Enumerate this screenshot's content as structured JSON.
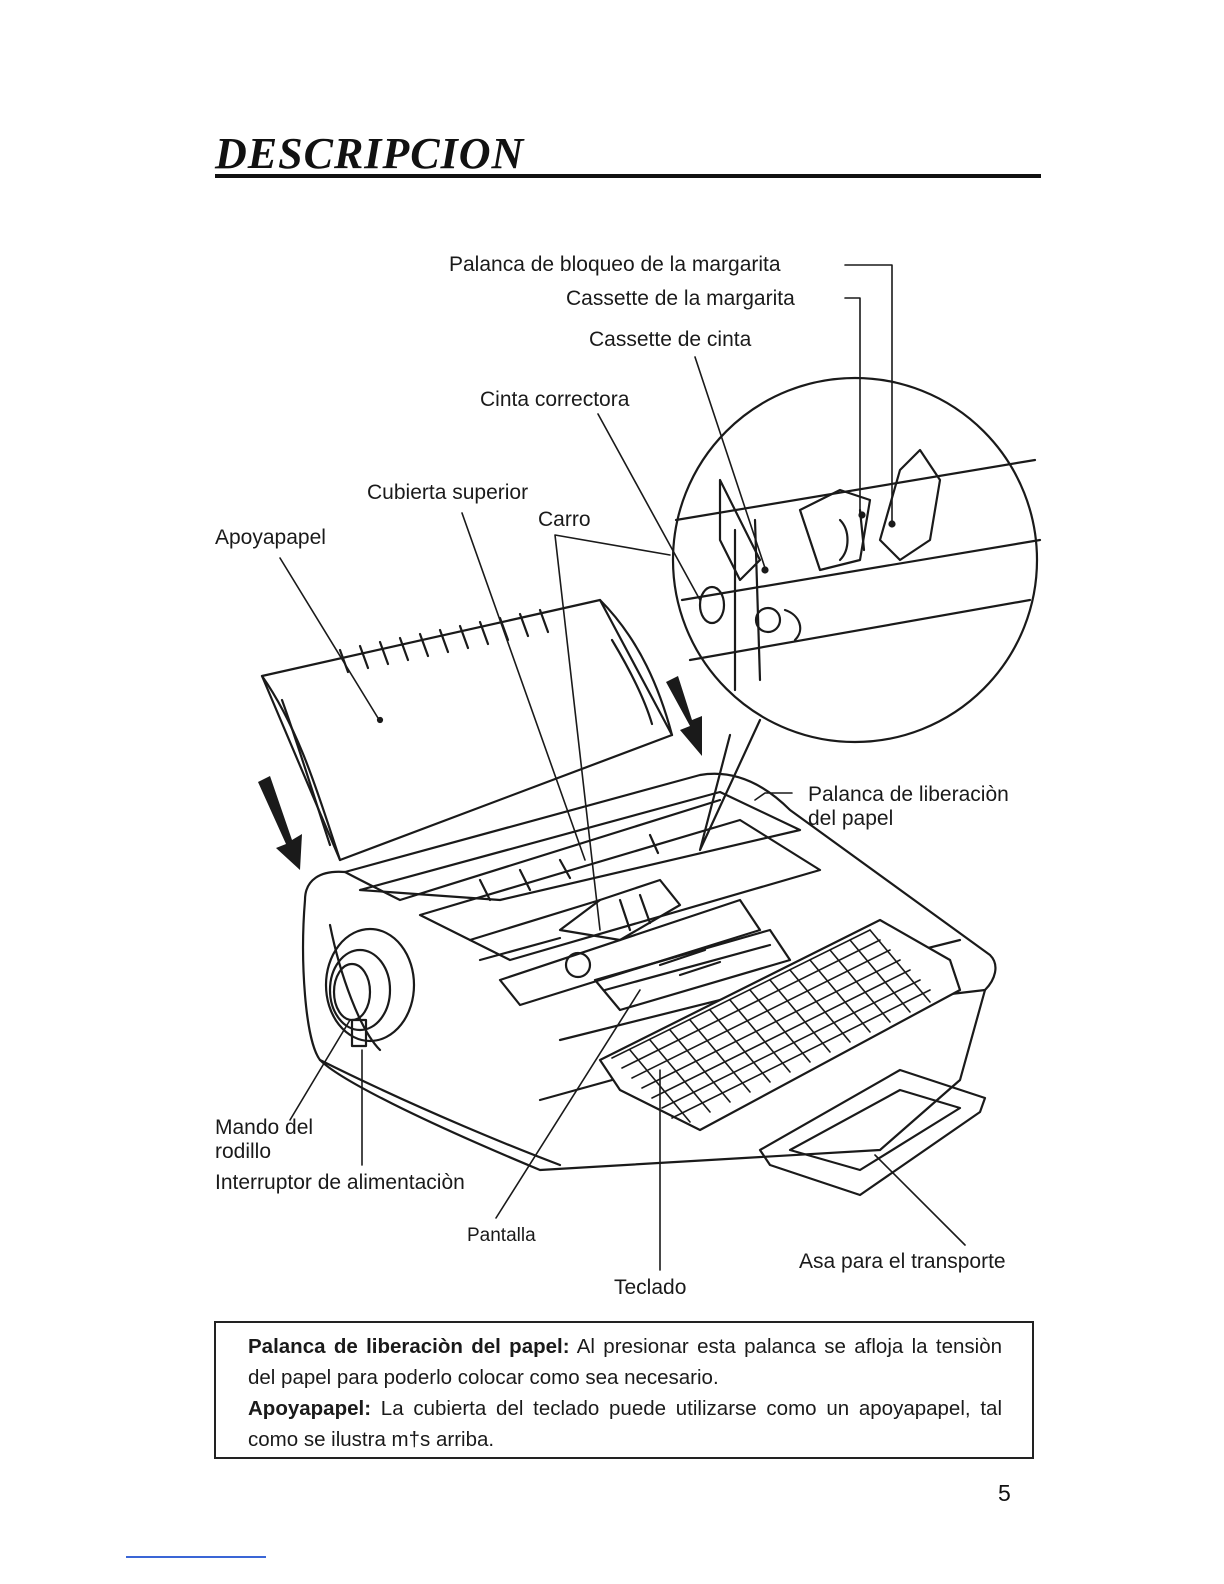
{
  "header": {
    "title": "DESCRIPCION"
  },
  "figure": {
    "labels": {
      "palanca_bloqueo": "Palanca de bloqueo de la margarita",
      "cassette_margarita": "Cassette de la margarita",
      "cassette_cinta": "Cassette de cinta",
      "cinta_correctora": "Cinta correctora",
      "cubierta_superior": "Cubierta superior",
      "carro": "Carro",
      "apoyapapel": "Apoyapapel",
      "palanca_liberacion_1": "Palanca de liberaciòn",
      "palanca_liberacion_2": "del papel",
      "mando_1": "Mando del",
      "mando_2": "rodillo",
      "interruptor": "Interruptor de alimentaciòn",
      "pantalla": "Pantalla",
      "teclado": "Teclado",
      "asa": "Asa para el transporte"
    }
  },
  "note": {
    "p1_bold": "Palanca de liberaciòn del papel:",
    "p1_text": " Al presionar esta palanca se afloja la tensiòn del papel para poderlo colocar como sea necesario.",
    "p2_bold": "Apoyapapel:",
    "p2_text": " La cubierta del teclado puede utilizarse como un apoyapapel, tal como se ilustra m†s arriba."
  },
  "page": {
    "number": "5"
  }
}
